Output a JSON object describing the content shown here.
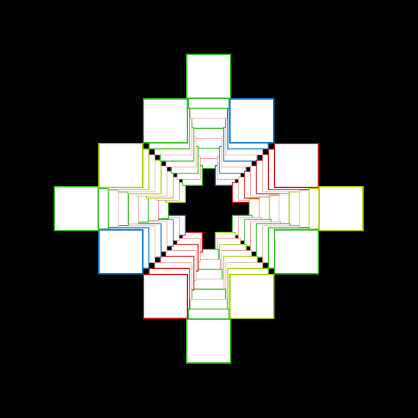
{
  "canvas": {
    "background": "#000000",
    "fill": "#ffffff"
  },
  "palette": {
    "green": "#33bb22",
    "lime": "#aacc11",
    "blue": "#1177cc",
    "red": "#cc1111"
  },
  "columns": [
    {
      "name": "top",
      "color": "green"
    },
    {
      "name": "top-right",
      "color": "blue"
    },
    {
      "name": "upper-right",
      "color": "red"
    },
    {
      "name": "right",
      "color": "lime"
    },
    {
      "name": "lower-right",
      "color": "green"
    },
    {
      "name": "bottom-right",
      "color": "lime"
    },
    {
      "name": "bottom",
      "color": "green"
    },
    {
      "name": "bottom-left",
      "color": "red"
    },
    {
      "name": "lower-left",
      "color": "blue"
    },
    {
      "name": "left",
      "color": "green"
    },
    {
      "name": "upper-left",
      "color": "lime"
    },
    {
      "name": "top-left",
      "color": "green"
    }
  ]
}
